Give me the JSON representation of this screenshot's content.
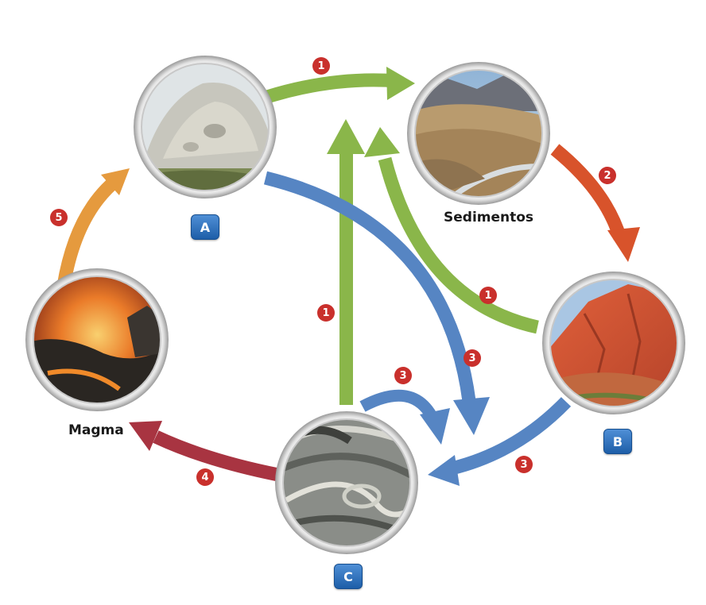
{
  "labels": {
    "sedimentos": "Sedimentos",
    "magma": "Magma",
    "badge_a": "A",
    "badge_b": "B",
    "badge_c": "C"
  },
  "step_numbers": {
    "a_to_sed": "1",
    "sed_to_b": "2",
    "b_to_sed": "1",
    "c_to_sed": "1",
    "a_to_c": "3",
    "c_loop": "3",
    "b_to_c": "3",
    "c_to_magma": "4",
    "magma_to_a": "5"
  },
  "colors": {
    "green_arrow": "#8ab64a",
    "blue_arrow": "#5685c3",
    "orange_red_arrow": "#d8532b",
    "dark_red_arrow": "#a83441",
    "orange_arrow": "#e59a3e",
    "number_circle": "#c9302c",
    "badge_blue": "#2e6fb8"
  }
}
